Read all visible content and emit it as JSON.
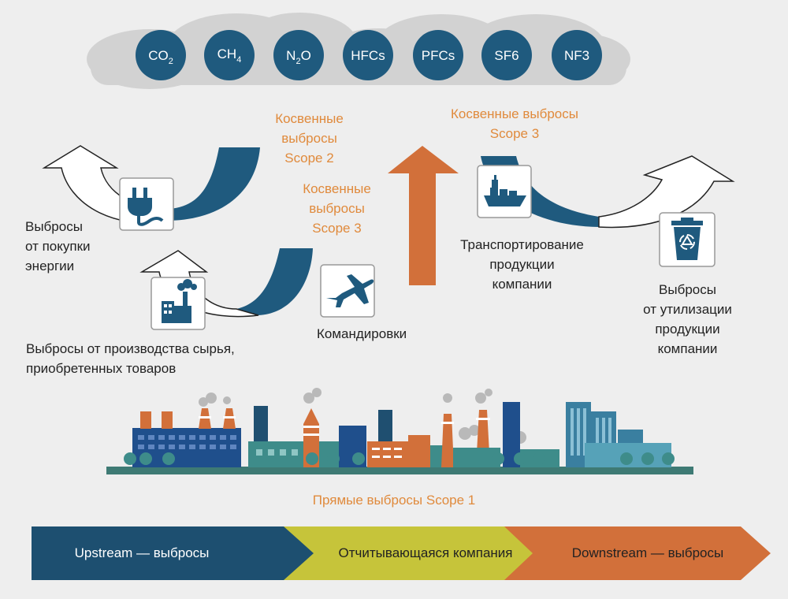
{
  "gases": [
    {
      "label": "CO",
      "sub": "2"
    },
    {
      "label": "CH",
      "sub": "4"
    },
    {
      "label": "N",
      "sub": "2",
      "suffix": "O"
    },
    {
      "label": "HFCs"
    },
    {
      "label": "PFCs"
    },
    {
      "label": "SF6"
    },
    {
      "label": "NF3"
    }
  ],
  "scope2_label": [
    "Косвенные",
    "выбросы",
    "Scope 2"
  ],
  "scope3_left_label": [
    "Косвенные",
    "выбросы",
    "Scope 3"
  ],
  "scope3_right_label": [
    "Косвенные выбросы",
    "Scope 3"
  ],
  "energy_label": [
    "Выбросы",
    "от покупки",
    "энергии"
  ],
  "raw_materials_label": [
    "Выбросы от производства сырья,",
    "приобретенных товаров"
  ],
  "business_travel_label": "Командировки",
  "transport_label": [
    "Транспортирование",
    "продукции",
    "компании"
  ],
  "disposal_label": [
    "Выбросы",
    "от утилизации",
    "продукции",
    "компании"
  ],
  "scope1_label": "Прямые выбросы Scope 1",
  "band": {
    "upstream": "Upstream — выбросы",
    "company": "Отчитывающаяся компания",
    "downstream": "Downstream — выбросы"
  },
  "icons": [
    "plug-icon",
    "factory-icon",
    "airplane-icon",
    "ship-icon",
    "recycle-bin-icon"
  ],
  "colors": {
    "navy": "#1d4f70",
    "orange": "#d2703a",
    "yellow": "#c6c43a",
    "teal": "#3e8c8a",
    "label_orange": "#e08a3c"
  }
}
